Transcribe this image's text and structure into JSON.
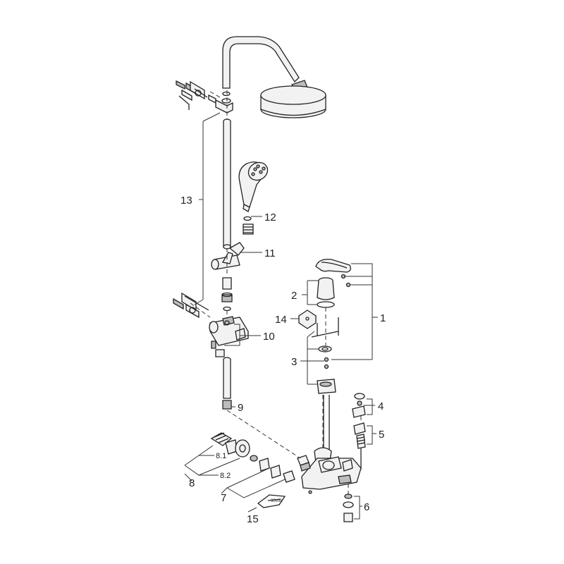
{
  "callouts": {
    "c1": "1",
    "c2": "2",
    "c3": "3",
    "c4": "4",
    "c5": "5",
    "c6": "6",
    "c7": "7",
    "c8": "8",
    "c8_1": "8.1",
    "c8_2": "8.2",
    "c9": "9",
    "c10": "10",
    "c11": "11",
    "c12": "12",
    "c13": "13",
    "c14": "14",
    "c15": "15"
  },
  "tool_marking": "30mm"
}
